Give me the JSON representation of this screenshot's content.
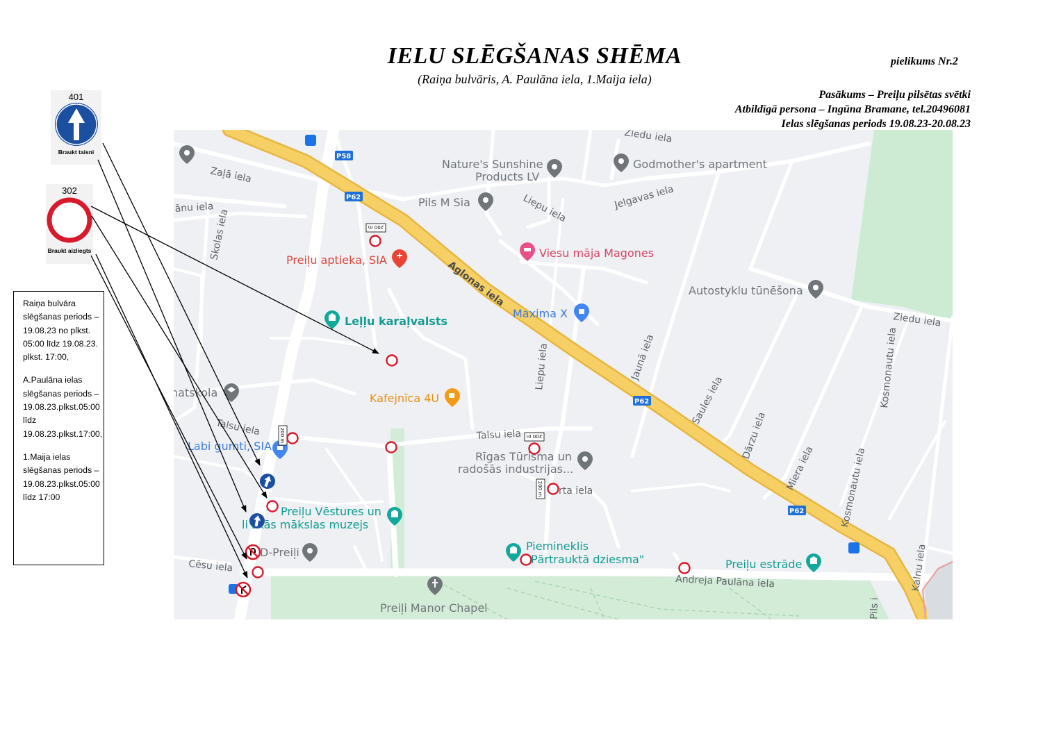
{
  "header": {
    "title": "IELU SLĒGŠANAS SHĒMA",
    "subtitle": "(Raiņa bulvāris, A. Paulāna iela, 1.Maija iela)",
    "annex": "pielikums Nr.2",
    "event": "Pasākums – Preiļu pilsētas svētki",
    "responsible": "Atbildīgā persona – Ingūna Bramane, tel.20496081",
    "period": "Ielas slēgšanas periods 19.08.23-20.08.23"
  },
  "signs": {
    "s401": {
      "number": "401",
      "caption": "Braukt taisni"
    },
    "s302": {
      "number": "302",
      "caption": "Braukt aizliegts"
    }
  },
  "periods": {
    "raina": "Raiņa bulvāra slēgšanas periods – 19.08.23 no plkst. 05:00 līdz 19.08.23. plkst. 17:00,",
    "paulana": "A.Paulāna ielas slēgšanas periods – 19.08.23.plkst.05:00 līdz 19.08.23.plkst.17:00,",
    "maija": "1.Maija ielas slēgšanas periods – 19.08.23.plkst.05:00 līdz 17:00"
  },
  "map": {
    "streets": {
      "zala": "Zaļā iela",
      "anu": "ānu iela",
      "skolas": "Skolas iela",
      "ziedu_top": "Ziedu iela",
      "jelgavas": "Jelgavas iela",
      "liepu_top": "Liepu iela",
      "aglonas": "Aglonas iela",
      "liepu": "Liepu iela",
      "jauna": "Jaunā iela",
      "saules": "Saules iela",
      "darzu": "Dārzu iela",
      "miera": "Miera iela",
      "kosmonautu1": "Kosmonautu iela",
      "kosmonautu2": "Kosmonautu iela",
      "ziedu_right": "Ziedu iela",
      "talsu_left": "Talsu iela",
      "talsu_mid": "Talsu iela",
      "rta": "rta iela",
      "cesu": "Cēsu iela",
      "paulana": "Andreja Paulāna iela",
      "kalnu": "Kalnu iela",
      "pils": "Pils i"
    },
    "pois": {
      "natures1": "Nature's Sunshine",
      "natures2": "Products LV",
      "godmother": "Godmother's apartment",
      "pils_m": "Pils M Sia",
      "aptieka": "Preiļu aptieka, SIA",
      "viesu": "Viesu māja Magones",
      "autostiklu": "Autostyklu tūnēšona",
      "maxima": "Maxima X",
      "lellu": "Leļļu karaļvalsts",
      "kafejnica": "Kafejnīca 4U",
      "skola": "natskola",
      "labi": "Labi gumti, SIA",
      "rigas1": "Rīgas Tūrisma un",
      "rigas2": "radošās industrijas...",
      "muzejs1": "Preiļu Vēstures un",
      "muzejs2": "li   skās mākslas muzejs",
      "dpreili": "D-Preiļi",
      "piemineklis1": "Piemineklis",
      "piemineklis2": "Pārtrauktā dziesma\"",
      "estrade": "Preiļu estrāde",
      "chapel": "Preiļi Manor Chapel"
    },
    "shields": {
      "p58": "P58",
      "p62a": "P62",
      "p62b": "P62",
      "p62c": "P62"
    },
    "detour": "200 m"
  },
  "colors": {
    "highway": "#f6cf65",
    "highway_edge": "#e8b640",
    "road": "#ffffff",
    "map_bg": "#eef0f3",
    "park": "#cdebd3",
    "closure": "#d8192b",
    "sign_blue": "#1b4fa0",
    "poi_gray": "#70757a",
    "poi_red": "#ea4335",
    "poi_teal": "#12a89b",
    "poi_orange": "#f29b16",
    "poi_blue": "#4285f4"
  }
}
